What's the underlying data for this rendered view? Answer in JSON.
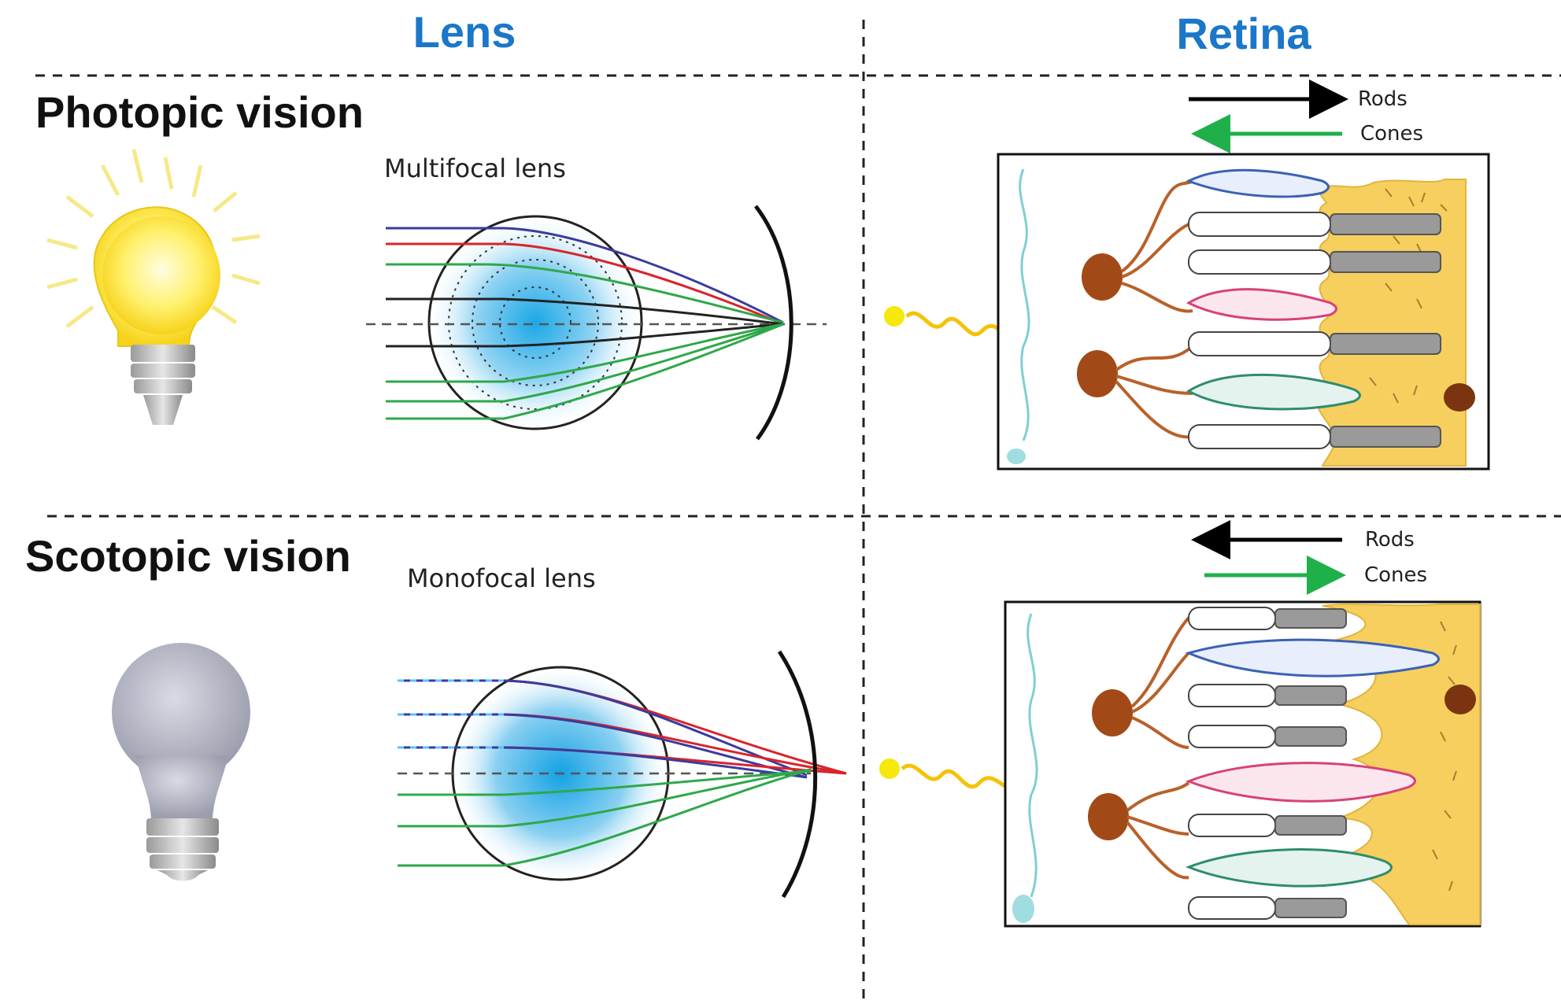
{
  "columns": {
    "lens": "Lens",
    "retina": "Retina"
  },
  "rows": {
    "photopic": {
      "title": "Photopic vision",
      "lens_label": "Multifocal lens",
      "legend": {
        "rods": "Rods",
        "cones": "Cones"
      },
      "bulb_state": "lit",
      "rods_arrow_direction": "right",
      "cones_arrow_direction": "left"
    },
    "scotopic": {
      "title": "Scotopic vision",
      "lens_label": "Monofocal lens",
      "legend": {
        "rods": "Rods",
        "cones": "Cones"
      },
      "bulb_state": "off",
      "rods_arrow_direction": "left",
      "cones_arrow_direction": "right"
    }
  },
  "colors": {
    "column_title": "#1b77c8",
    "ray_blue": "#3b3b9c",
    "ray_red": "#d8242c",
    "ray_green": "#2fa84a",
    "ray_black": "#222222",
    "cones_arrow": "#1fb04a",
    "rods_arrow": "#000000",
    "rpe_yellow": "#f6cf5e",
    "bipolar_cell": "#a24a17",
    "ganglion_axon": "#7fcfd2",
    "photon": "#f5d20a",
    "cone_blue": "#3a62b5",
    "cone_red": "#d8417a",
    "cone_green": "#2f8c6e"
  },
  "icons": [
    "light-bulb-on-icon",
    "light-bulb-off-icon",
    "photon-icon"
  ]
}
